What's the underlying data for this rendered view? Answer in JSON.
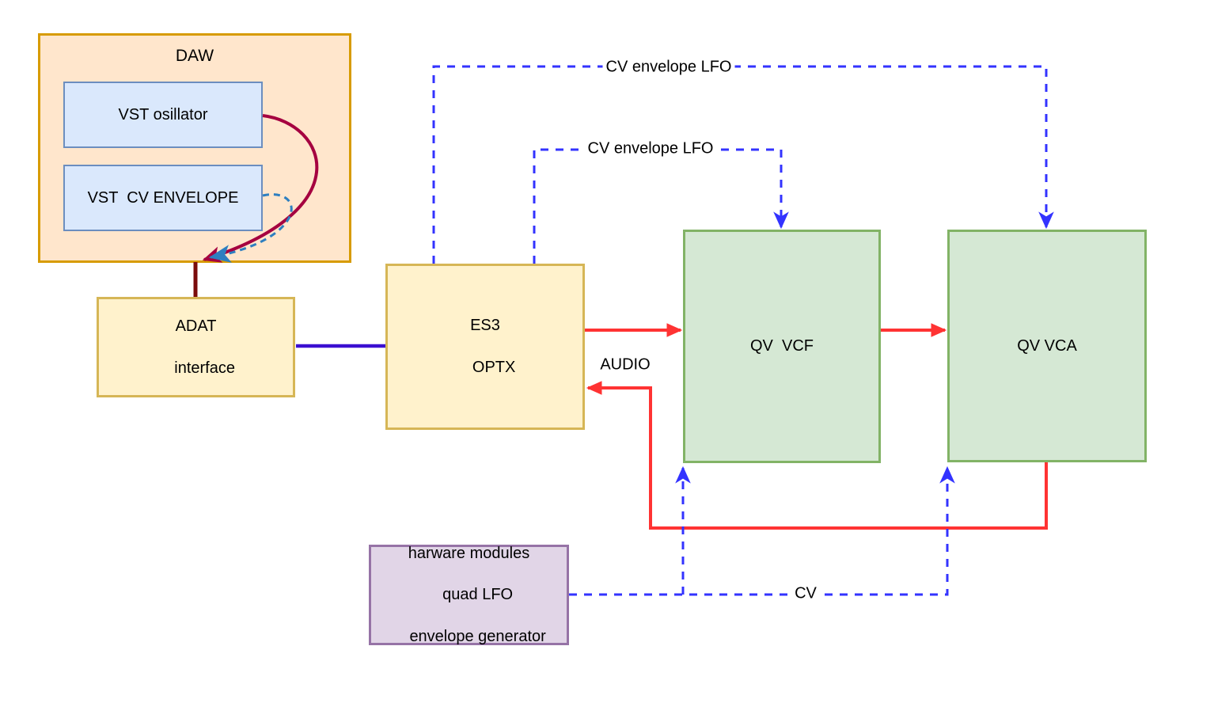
{
  "diagram": {
    "daw": {
      "title": "DAW"
    },
    "nodes": {
      "vst_oscillator": {
        "label": "VST osillator"
      },
      "vst_cv_envelope": {
        "label": "VST  CV ENVELOPE"
      },
      "adat_interface": {
        "lines": [
          "ADAT",
          "interface"
        ]
      },
      "es3_optx": {
        "lines": [
          "ES3",
          "OPTX"
        ]
      },
      "qv_vcf": {
        "label": "QV  VCF"
      },
      "qv_vca": {
        "label": "QV VCA"
      },
      "hardware_modules": {
        "lines": [
          "harware modules",
          "quad LFO",
          "envelope generator"
        ]
      }
    },
    "edge_labels": {
      "cv_envelope_lfo_top": "CV envelope LFO",
      "cv_envelope_lfo_mid": "CV envelope LFO",
      "audio": "AUDIO",
      "cv": "CV"
    },
    "colors": {
      "daw_fill": "#ffe6cc",
      "daw_border": "#d79b00",
      "vst_fill": "#dae8fc",
      "vst_border": "#6c8ebf",
      "yellow_fill": "#fff2cc",
      "yellow_border": "#d6b656",
      "green_fill": "#d5e8d4",
      "green_border": "#82b366",
      "purple_fill": "#e1d5e7",
      "purple_border": "#9673a6",
      "audio_red": "#ff3333",
      "cv_dashed_blue": "#3333ff",
      "midi_indigo": "#3b0fd1",
      "daw_curve_crimson": "#a50040",
      "daw_loop_teal": "#2e7fc0",
      "daw_drop_maroon": "#7b0c0c"
    }
  }
}
